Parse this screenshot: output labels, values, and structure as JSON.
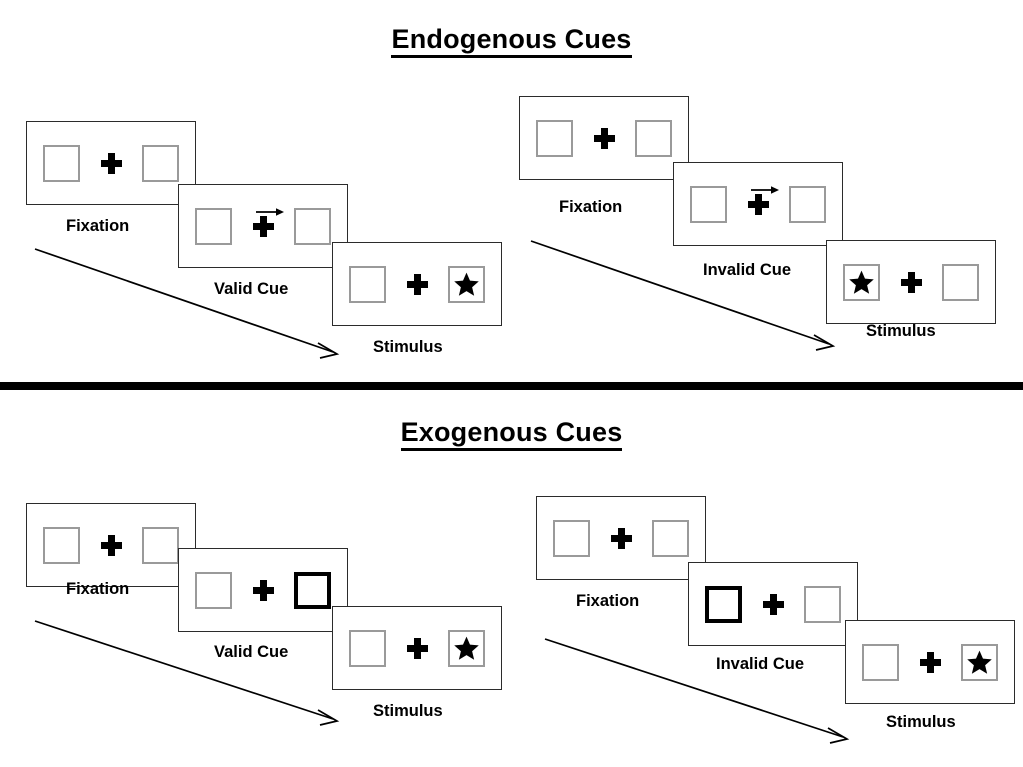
{
  "figure": {
    "sections": [
      {
        "id": "endogenous",
        "title": "Endogenous Cues",
        "columns": [
          {
            "id": "endogenous-valid",
            "condition_label": "Valid Cue",
            "panels": [
              {
                "caption": "Fixation",
                "cue_type": "none",
                "left_box": {
                  "cued": false,
                  "stimulus": "none"
                },
                "right_box": {
                  "cued": false,
                  "stimulus": "none"
                },
                "arrow_direction": "none"
              },
              {
                "caption": "Valid Cue",
                "cue_type": "central-arrow",
                "left_box": {
                  "cued": false,
                  "stimulus": "none"
                },
                "right_box": {
                  "cued": false,
                  "stimulus": "none"
                },
                "arrow_direction": "right"
              },
              {
                "caption": "Stimulus",
                "cue_type": "none",
                "left_box": {
                  "cued": false,
                  "stimulus": "none"
                },
                "right_box": {
                  "cued": false,
                  "stimulus": "star"
                },
                "arrow_direction": "none"
              }
            ]
          },
          {
            "id": "endogenous-invalid",
            "condition_label": "Invalid Cue",
            "panels": [
              {
                "caption": "Fixation",
                "cue_type": "none",
                "left_box": {
                  "cued": false,
                  "stimulus": "none"
                },
                "right_box": {
                  "cued": false,
                  "stimulus": "none"
                },
                "arrow_direction": "none"
              },
              {
                "caption": "Invalid Cue",
                "cue_type": "central-arrow",
                "left_box": {
                  "cued": false,
                  "stimulus": "none"
                },
                "right_box": {
                  "cued": false,
                  "stimulus": "none"
                },
                "arrow_direction": "right"
              },
              {
                "caption": "Stimulus",
                "cue_type": "none",
                "left_box": {
                  "cued": false,
                  "stimulus": "star"
                },
                "right_box": {
                  "cued": false,
                  "stimulus": "none"
                },
                "arrow_direction": "none"
              }
            ]
          }
        ]
      },
      {
        "id": "exogenous",
        "title": "Exogenous Cues",
        "columns": [
          {
            "id": "exogenous-valid",
            "condition_label": "Valid Cue",
            "panels": [
              {
                "caption": "Fixation",
                "cue_type": "none",
                "left_box": {
                  "cued": false,
                  "stimulus": "none"
                },
                "right_box": {
                  "cued": false,
                  "stimulus": "none"
                },
                "arrow_direction": "none"
              },
              {
                "caption": "Valid Cue",
                "cue_type": "peripheral-box",
                "left_box": {
                  "cued": false,
                  "stimulus": "none"
                },
                "right_box": {
                  "cued": true,
                  "stimulus": "none"
                },
                "arrow_direction": "none"
              },
              {
                "caption": "Stimulus",
                "cue_type": "none",
                "left_box": {
                  "cued": false,
                  "stimulus": "none"
                },
                "right_box": {
                  "cued": false,
                  "stimulus": "star"
                },
                "arrow_direction": "none"
              }
            ]
          },
          {
            "id": "exogenous-invalid",
            "condition_label": "Invalid Cue",
            "panels": [
              {
                "caption": "Fixation",
                "cue_type": "none",
                "left_box": {
                  "cued": false,
                  "stimulus": "none"
                },
                "right_box": {
                  "cued": false,
                  "stimulus": "none"
                },
                "arrow_direction": "none"
              },
              {
                "caption": "Invalid Cue",
                "cue_type": "peripheral-box",
                "left_box": {
                  "cued": true,
                  "stimulus": "none"
                },
                "right_box": {
                  "cued": false,
                  "stimulus": "none"
                },
                "arrow_direction": "none"
              },
              {
                "caption": "Stimulus",
                "cue_type": "none",
                "left_box": {
                  "cued": false,
                  "stimulus": "none"
                },
                "right_box": {
                  "cued": false,
                  "stimulus": "star"
                },
                "arrow_direction": "none"
              }
            ]
          }
        ]
      }
    ],
    "timeline_arrows": [
      {
        "id": "endogenous-valid-timeline",
        "direction": "down-right"
      },
      {
        "id": "endogenous-invalid-timeline",
        "direction": "down-right"
      },
      {
        "id": "exogenous-valid-timeline",
        "direction": "down-right"
      },
      {
        "id": "exogenous-invalid-timeline",
        "direction": "down-right"
      }
    ],
    "colors": {
      "background": "#ffffff",
      "panel_border": "#2b2b2b",
      "box_border": "#9a9a9a",
      "cued_box_border": "#000000",
      "stimulus": "#000000",
      "divider": "#000000",
      "text": "#000000"
    },
    "icons": {
      "fixation": "plus-cross-icon",
      "stimulus": "star-icon",
      "central_cue": "right-arrow-icon",
      "timeline": "diagonal-arrow-icon"
    }
  }
}
